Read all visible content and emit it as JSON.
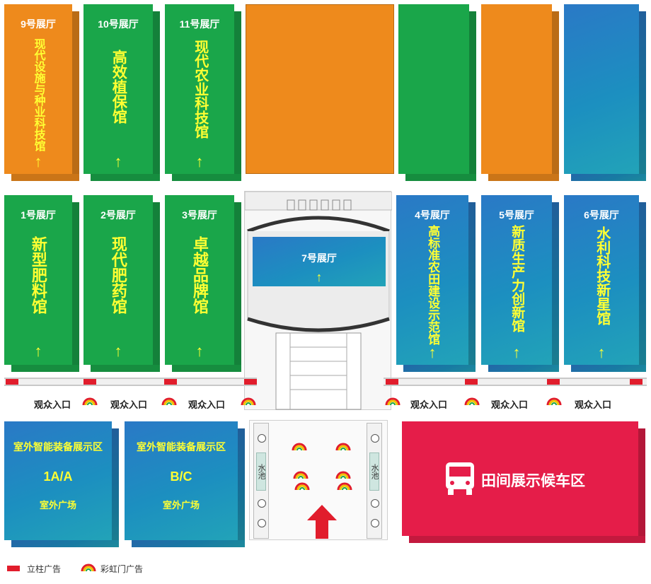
{
  "halls_top": [
    {
      "number": "9号展厅",
      "name": "现代设施与种业科技馆",
      "color": "orange"
    },
    {
      "number": "10号展厅",
      "name": "高效植保馆",
      "color": "green"
    },
    {
      "number": "11号展厅",
      "name": "现代农业科技馆",
      "color": "green"
    },
    {
      "number": "",
      "name": "",
      "color": "orange"
    },
    {
      "number": "",
      "name": "",
      "color": "green"
    },
    {
      "number": "",
      "name": "",
      "color": "orange"
    },
    {
      "number": "",
      "name": "",
      "color": "blue"
    }
  ],
  "halls_mid": [
    {
      "number": "1号展厅",
      "name": "新型肥料馆",
      "color": "green"
    },
    {
      "number": "2号展厅",
      "name": "现代肥药馆",
      "color": "green"
    },
    {
      "number": "3号展厅",
      "name": "卓越品牌馆",
      "color": "green"
    },
    {
      "number": "7号展厅",
      "name": "",
      "color": "blue"
    },
    {
      "number": "4号展厅",
      "name": "高标准农田建设示范馆",
      "color": "blue"
    },
    {
      "number": "5号展厅",
      "name": "新质生产力创新馆",
      "color": "blue"
    },
    {
      "number": "6号展厅",
      "name": "水利科技新星馆",
      "color": "blue"
    }
  ],
  "arrow_symbol": "↑",
  "entrance_label": "观众入口",
  "outdoor_zones": [
    {
      "title": "室外智能装备展示区",
      "code": "1A/A",
      "subtitle": "室外广场"
    },
    {
      "title": "室外智能装备展示区",
      "code": "B/C",
      "subtitle": "室外广场"
    }
  ],
  "bus_area": {
    "label": "田间展示候车区",
    "icon": "bus-icon"
  },
  "water_pool_label": "水池",
  "legend": [
    {
      "label": "立柱广告",
      "icon": "pillar-ad-icon",
      "color": "#e11d2c"
    },
    {
      "label": "彩虹门广告",
      "icon": "rainbow-arch-icon"
    }
  ],
  "colors": {
    "green": "#1aa64a",
    "orange": "#ee8a1c",
    "blue": "#1c8fc0",
    "red": "#e51d49",
    "yellow_text": "#ffff33"
  }
}
